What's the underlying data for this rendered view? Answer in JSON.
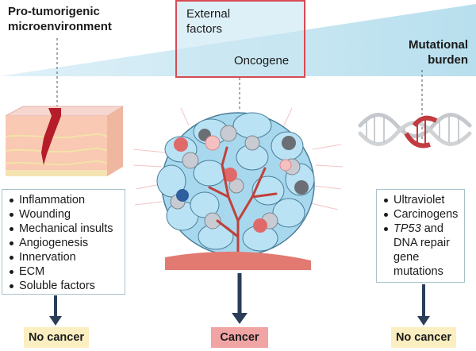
{
  "header": {
    "left_title": "Pro-tumorigenic microenvironment",
    "center_box_line1": "External",
    "center_box_line2": "factors",
    "center_box_oncogene": "Oncogene",
    "right_title_line1": "Mutational",
    "right_title_line2": "burden"
  },
  "left_panel": {
    "items": [
      "Inflammation",
      "Wounding",
      "Mechanical insults",
      "Angiogenesis",
      "Innervation",
      "ECM",
      "Soluble factors"
    ],
    "outcome": "No cancer"
  },
  "center_panel": {
    "outcome": "Cancer"
  },
  "right_panel": {
    "items": [
      "Ultraviolet",
      "Carcinogens"
    ],
    "item3_italic": "TP53",
    "item3_rest": " and",
    "item3_line2": "DNA repair",
    "item3_line3": "gene",
    "item3_line4": "mutations",
    "outcome": "No cancer"
  },
  "colors": {
    "band": "#c8e6f1",
    "box_border": "#d94a52",
    "arrow": "#2b3e58",
    "cream": "#fbeec0",
    "pink": "#f1a4a4",
    "cell_blue": "#9fd2ea",
    "vessel": "#c0413a"
  }
}
